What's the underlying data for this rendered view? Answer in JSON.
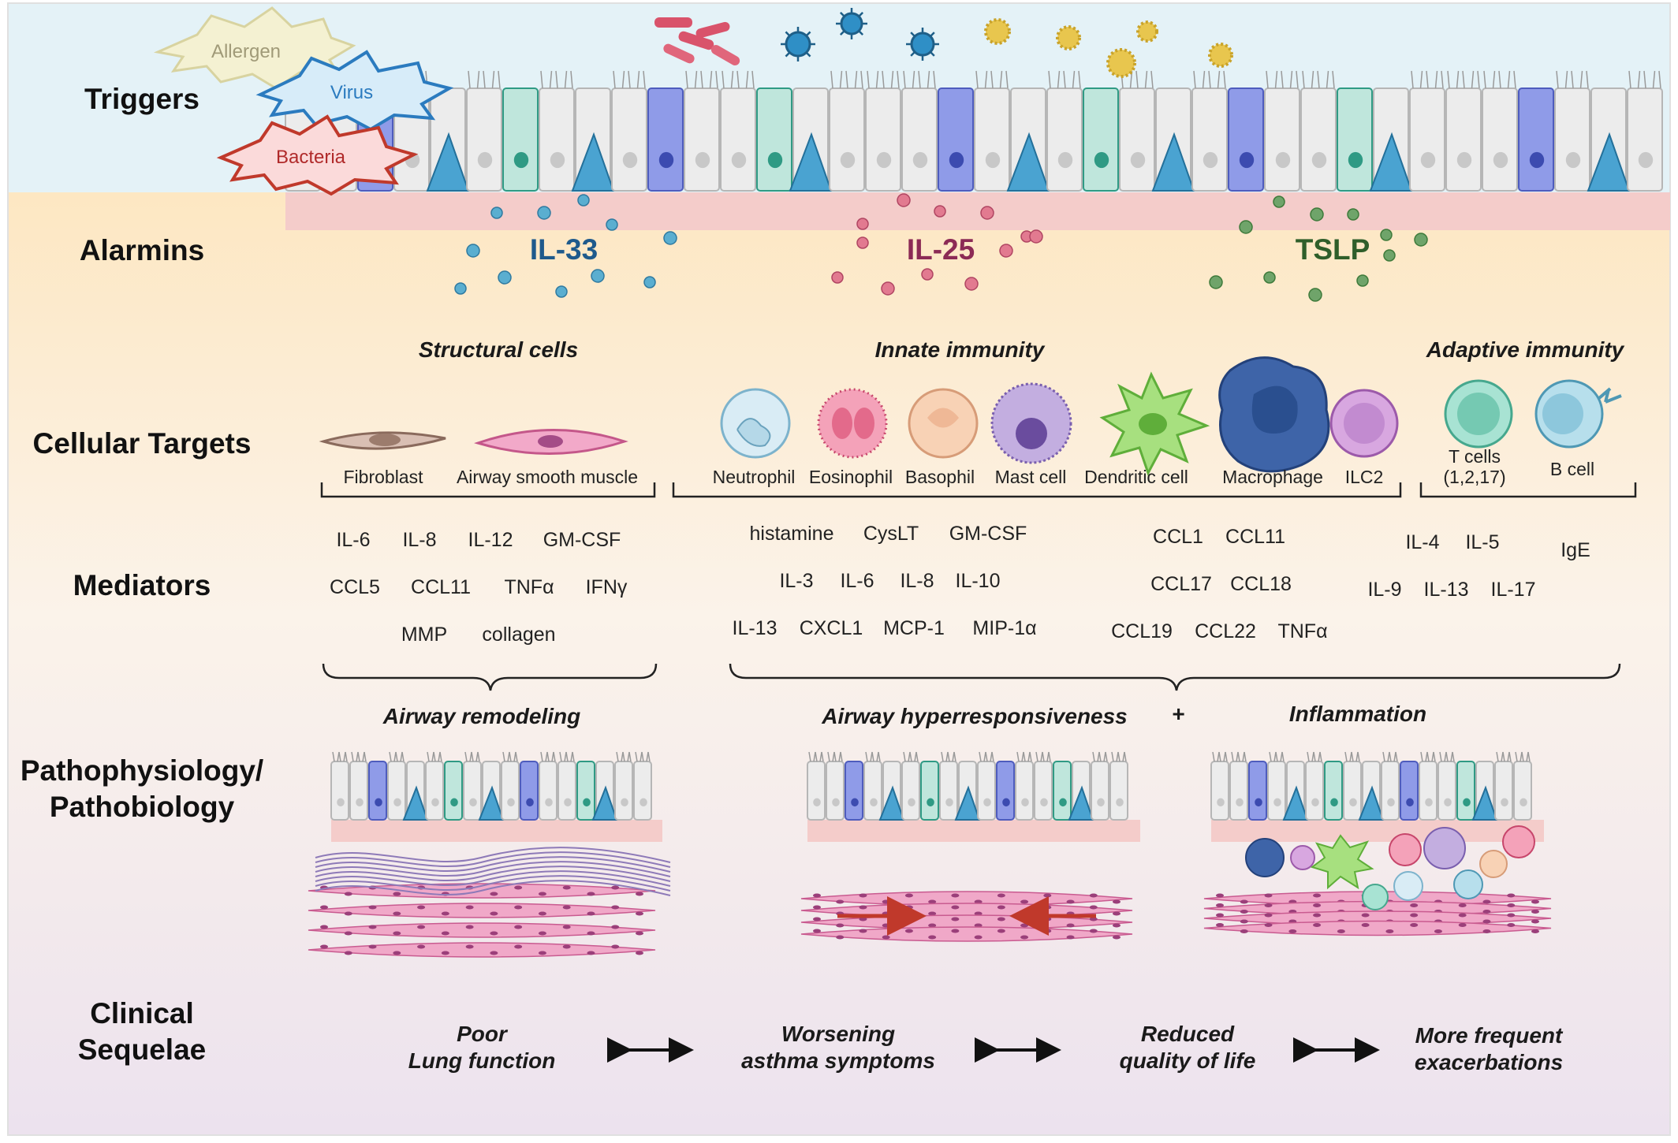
{
  "row_labels": {
    "triggers": "Triggers",
    "alarmins": "Alarmins",
    "cellular_targets": "Cellular Targets",
    "mediators": "Mediators",
    "pathophysiology_line1": "Pathophysiology/",
    "pathophysiology_line2": "Pathobiology",
    "clinical_line1": "Clinical",
    "clinical_line2": "Sequelae"
  },
  "triggers": {
    "allergen": "Allergen",
    "virus": "Virus",
    "bacteria": "Bacteria"
  },
  "alarmins": [
    {
      "name": "IL-33",
      "color": "#1f5a8c"
    },
    {
      "name": "IL-25",
      "color": "#8c2a55"
    },
    {
      "name": "TSLP",
      "color": "#2f5e2a"
    }
  ],
  "target_groups": {
    "structural": "Structural cells",
    "innate": "Innate immunity",
    "adaptive": "Adaptive immunity"
  },
  "cells": {
    "fibroblast": "Fibroblast",
    "asm": "Airway smooth muscle",
    "neutrophil": "Neutrophil",
    "eosinophil": "Eosinophil",
    "basophil": "Basophil",
    "mast": "Mast cell",
    "dendritic": "Dendritic cell",
    "macrophage": "Macrophage",
    "ilc2": "ILC2",
    "tcell_line1": "T cells",
    "tcell_line2": "(1,2,17)",
    "bcell": "B cell"
  },
  "mediators": {
    "structural": [
      "IL-6",
      "IL-8",
      "IL-12",
      "GM-CSF",
      "CCL5",
      "CCL11",
      "TNFα",
      "IFNγ",
      "MMP",
      "collagen"
    ],
    "innate_a": [
      "histamine",
      "CysLT",
      "GM-CSF",
      "IL-3",
      "IL-6",
      "IL-8",
      "IL-10",
      "IL-13",
      "CXCL1",
      "MCP-1",
      "MIP-1α"
    ],
    "innate_b": [
      "CCL1",
      "CCL11",
      "CCL17",
      "CCL18",
      "CCL19",
      "CCL22",
      "TNFα"
    ],
    "adaptive": [
      "IL-4",
      "IL-5",
      "IgE",
      "IL-9",
      "IL-13",
      "IL-17"
    ]
  },
  "pathophysiology": {
    "remodeling": "Airway remodeling",
    "ahr": "Airway hyperresponsiveness",
    "plus": "+",
    "inflammation": "Inflammation"
  },
  "sequelae": [
    {
      "line1": "Poor",
      "line2": "Lung function"
    },
    {
      "line1": "Worsening",
      "line2": "asthma symptoms"
    },
    {
      "line1": "Reduced",
      "line2": "quality of life"
    },
    {
      "line1": "More frequent",
      "line2": "exacerbations"
    }
  ],
  "colors": {
    "triggers_band": "#e4f2f7",
    "lower_band_top": "#fde9c6",
    "lower_band_bottom": "#ede4ef",
    "basement": "#f4ccca",
    "muscle": "#e9a4c6",
    "arrow": "#c0392b"
  }
}
